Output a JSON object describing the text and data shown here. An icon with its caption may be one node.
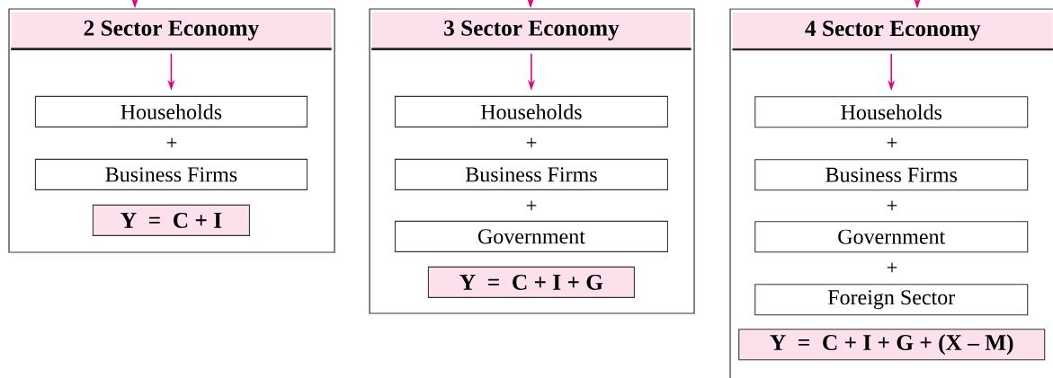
{
  "diagram": {
    "nodes": [
      {
        "text": [],
        "shape": "box"
      },
      {
        "text": [
          "2 Sector Economy"
        ],
        "in": 0
      },
      {
        "text": [
          "Households"
        ],
        "in": 0
      },
      {
        "text": [
          "Business Firms"
        ],
        "in": 0
      },
      {
        "text": [
          "Y  =  C + I"
        ],
        "in": 0
      },
      {
        "text": [],
        "shape": "box"
      },
      {
        "text": [
          "3 Sector Economy"
        ],
        "in": 5
      },
      {
        "text": [
          "Households"
        ],
        "in": 5
      },
      {
        "text": [
          "Business Firms"
        ],
        "in": 5
      },
      {
        "text": [
          "Government"
        ],
        "in": 5
      },
      {
        "text": [
          "Y  =  C + I + G"
        ],
        "in": 5
      },
      {
        "text": [],
        "shape": "box"
      },
      {
        "text": [
          "4 Sector Economy"
        ],
        "in": 11
      },
      {
        "text": [
          "Households"
        ],
        "in": 11
      },
      {
        "text": [
          "Business Firms"
        ],
        "in": 11
      },
      {
        "text": [
          "Government"
        ],
        "in": 11
      },
      {
        "text": [
          "Foreign Sector"
        ],
        "in": 11
      },
      {
        "text": [
          "Y  =  C + I + G + (X – M)"
        ],
        "in": 11
      }
    ],
    "edges": [
      {
        "from": null,
        "to": 0,
        "arrow": "to"
      },
      {
        "from": 1,
        "to": 2,
        "arrow": "to"
      },
      {
        "from": null,
        "to": 5,
        "arrow": "to"
      },
      {
        "from": 6,
        "to": 7,
        "arrow": "to"
      },
      {
        "from": null,
        "to": 11,
        "arrow": "to"
      },
      {
        "from": 12,
        "to": 13,
        "arrow": "to"
      }
    ],
    "labels": [
      "+",
      "+",
      "+",
      "+",
      "+",
      "+"
    ]
  }
}
